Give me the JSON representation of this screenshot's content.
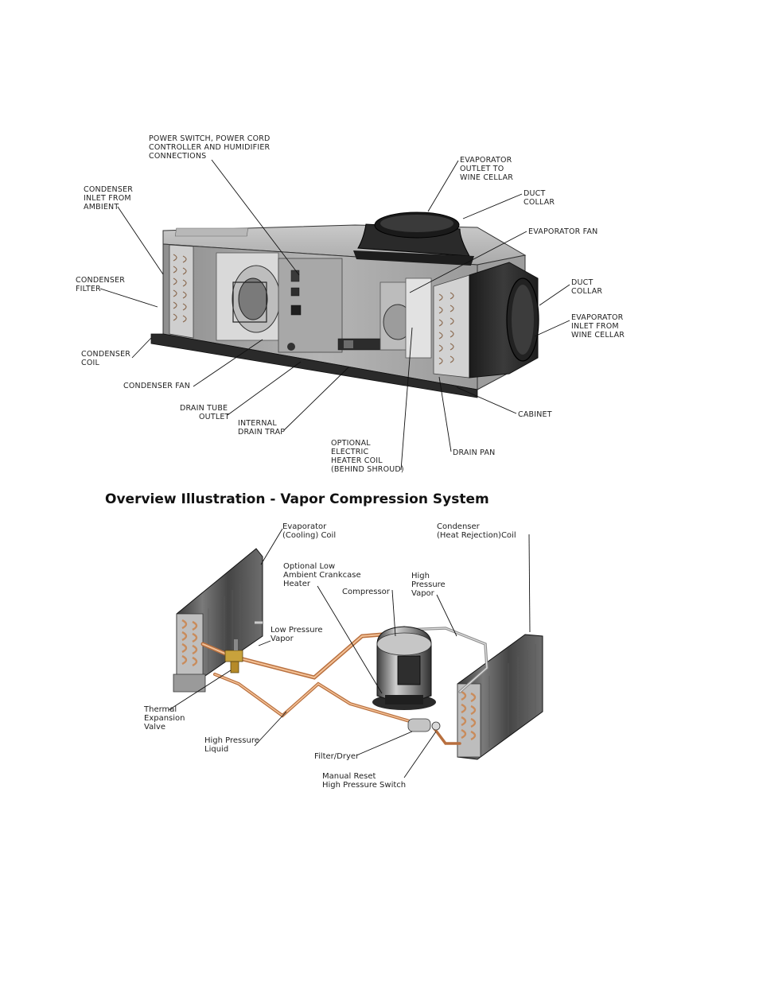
{
  "unit_diagram": {
    "labels": {
      "power_switch": [
        "POWER SWITCH, POWER CORD",
        "CONTROLLER AND HUMIDIFIER",
        "CONNECTIONS"
      ],
      "evap_outlet": [
        "EVAPORATOR",
        "OUTLET TO",
        "WINE CELLAR"
      ],
      "condenser_inlet": [
        "CONDENSER",
        "INLET FROM",
        "AMBIENT"
      ],
      "duct_collar_top": [
        "DUCT",
        "COLLAR"
      ],
      "evaporator_fan": [
        "EVAPORATOR FAN"
      ],
      "condenser_filter": [
        "CONDENSER",
        "FILTER"
      ],
      "duct_collar_right": [
        "DUCT",
        "COLLAR"
      ],
      "evap_inlet": [
        "EVAPORATOR",
        "INLET FROM",
        "WINE CELLAR"
      ],
      "condenser_coil": [
        "CONDENSER",
        "COIL"
      ],
      "condenser_fan": [
        "CONDENSER FAN"
      ],
      "drain_tube": [
        "DRAIN TUBE",
        "OUTLET"
      ],
      "internal_drain": [
        "INTERNAL",
        "DRAIN TRAP"
      ],
      "cabinet": [
        "CABINET"
      ],
      "optional_heater": [
        "OPTIONAL",
        "ELECTRIC",
        "HEATER COIL",
        "(BEHIND SHROUD)"
      ],
      "drain_pan": [
        "DRAIN PAN"
      ]
    }
  },
  "section_title": "Overview Illustration - Vapor Compression System",
  "vapor_diagram": {
    "labels": {
      "evaporator_coil": [
        "Evaporator",
        "(Cooling) Coil"
      ],
      "condenser_coil": [
        "Condenser",
        "(Heat Rejection)Coil"
      ],
      "optional_heater": [
        "Optional Low",
        "Ambient Crankcase",
        "Heater"
      ],
      "compressor": [
        "Compressor"
      ],
      "high_pressure_vapor": [
        "High",
        "Pressure",
        "Vapor"
      ],
      "low_pressure_vapor": [
        "Low Pressure",
        "Vapor"
      ],
      "thermal_valve": [
        "Thermal",
        "Expansion",
        "Valve"
      ],
      "high_pressure_liquid": [
        "High Pressure",
        "Liquid"
      ],
      "filter_dryer": [
        "Filter/Dryer"
      ],
      "manual_reset": [
        "Manual Reset",
        "High Pressure Switch"
      ]
    }
  }
}
